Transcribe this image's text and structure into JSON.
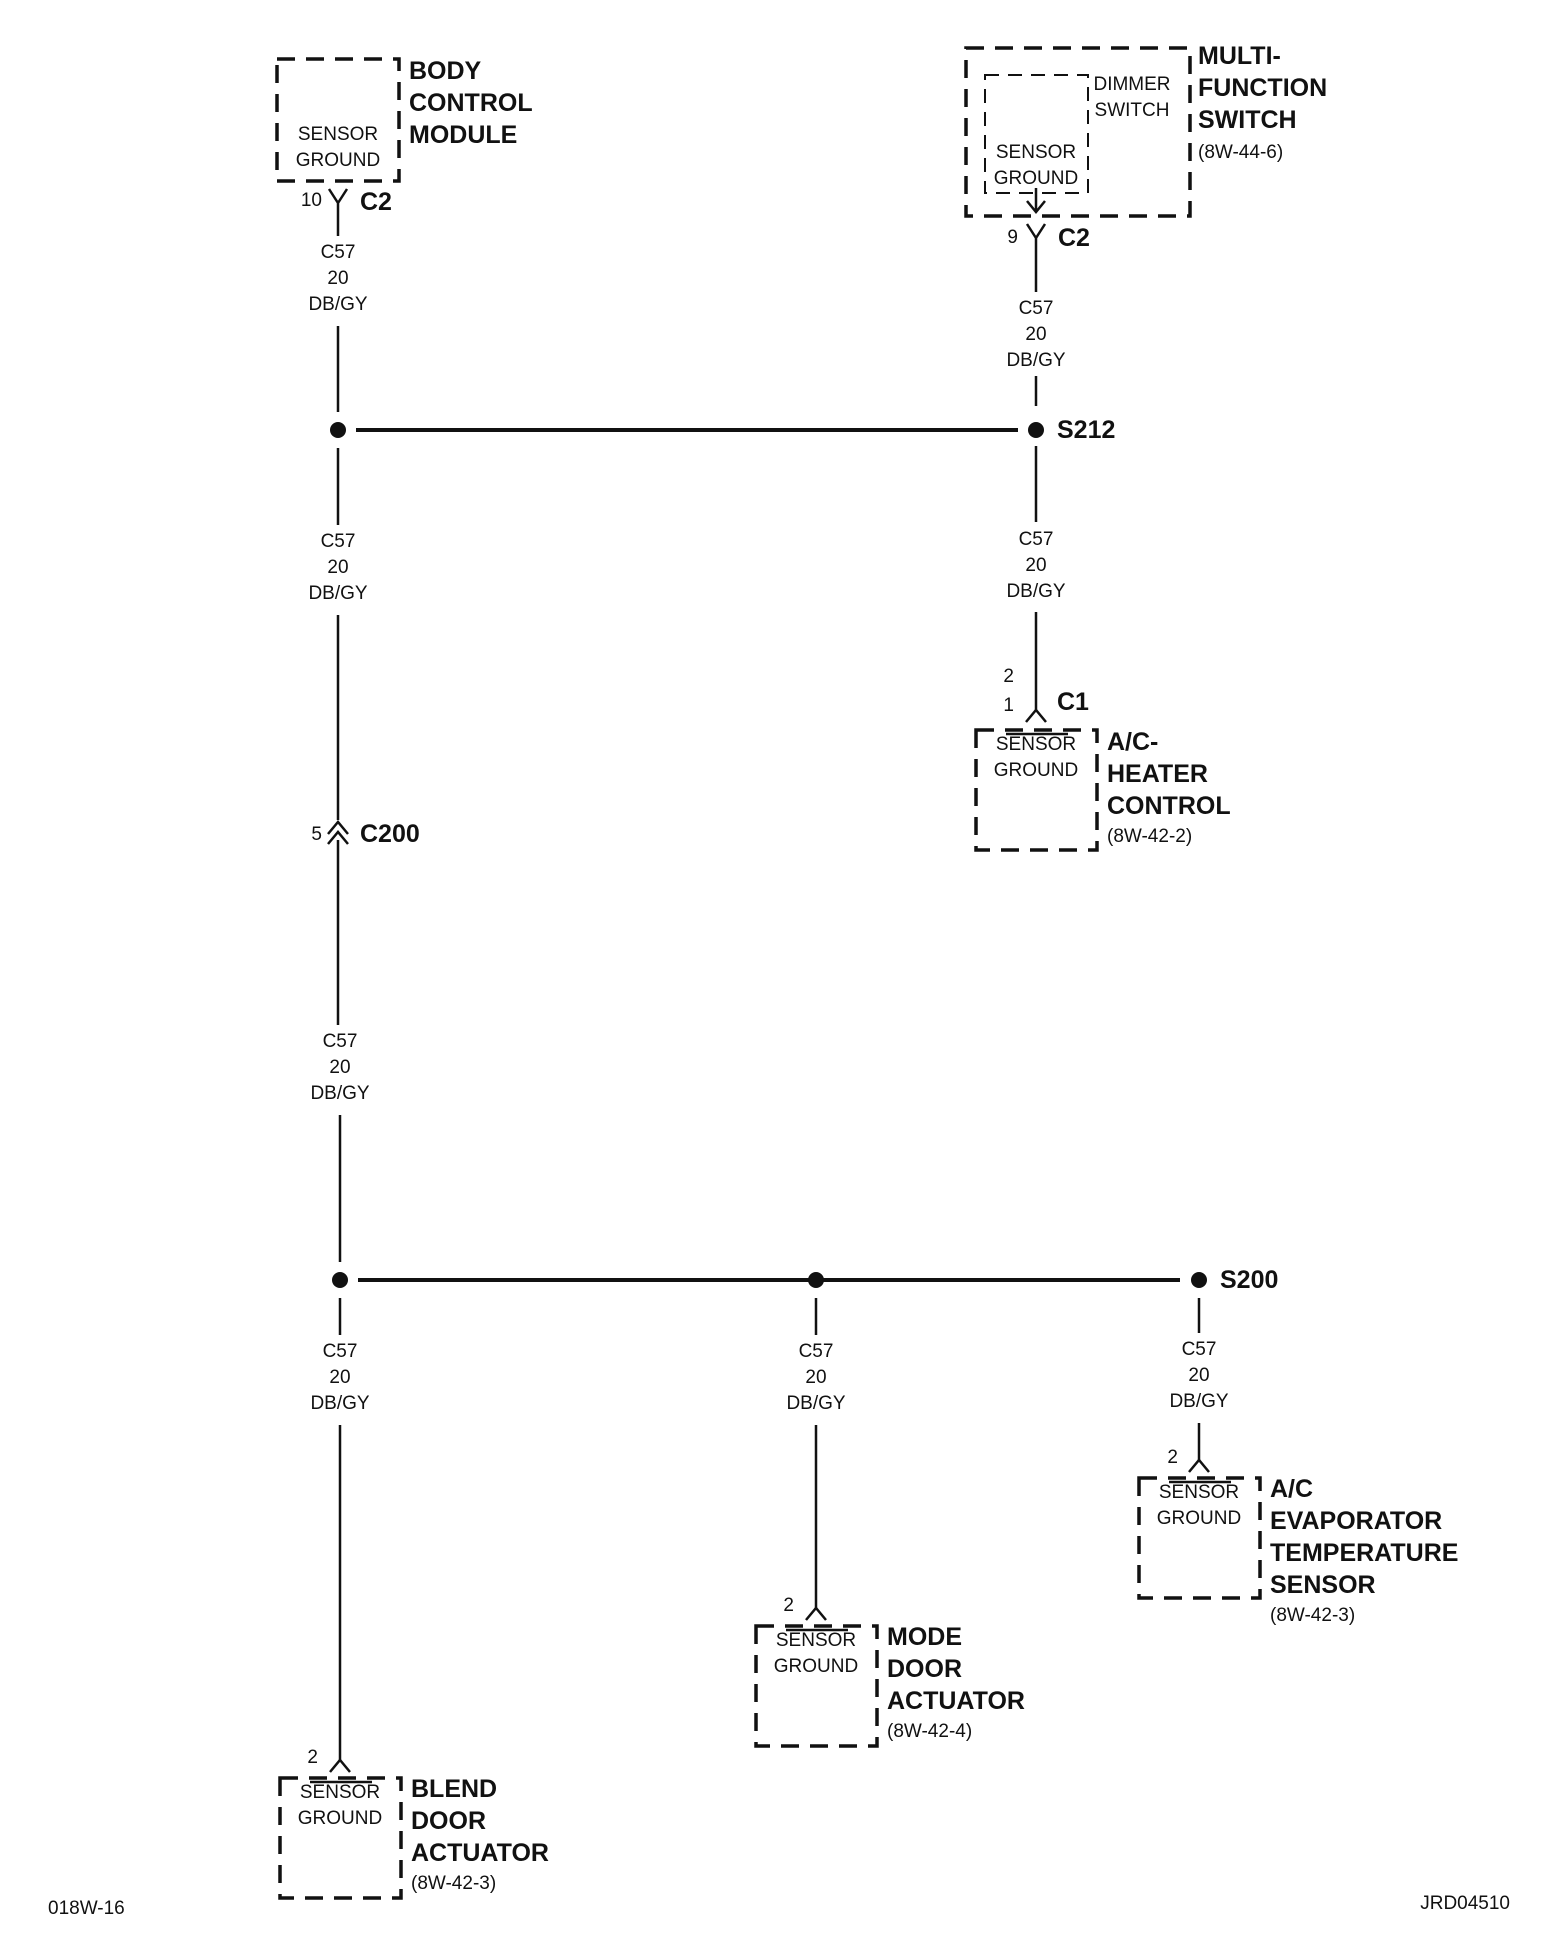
{
  "circuit": {
    "wire_code": "C57",
    "gauge": "20",
    "color": "DB/GY"
  },
  "components": {
    "bcm": {
      "name_lines": [
        "BODY",
        "CONTROL",
        "MODULE"
      ],
      "internal_lines": [
        "SENSOR",
        "GROUND"
      ],
      "pin": "10",
      "connector": "C2"
    },
    "mfs": {
      "name_lines": [
        "MULTI-",
        "FUNCTION",
        "SWITCH"
      ],
      "ref": "(8W-44-6)",
      "sub_lines": [
        "DIMMER",
        "SWITCH"
      ],
      "internal_lines": [
        "SENSOR",
        "GROUND"
      ],
      "pin": "9",
      "connector": "C2"
    },
    "ach": {
      "name_lines": [
        "A/C-",
        "HEATER",
        "CONTROL"
      ],
      "ref": "(8W-42-2)",
      "internal_lines": [
        "SENSOR",
        "GROUND"
      ],
      "pins": [
        "2",
        "1"
      ],
      "connector": "C1"
    },
    "bda": {
      "name_lines": [
        "BLEND",
        "DOOR",
        "ACTUATOR"
      ],
      "ref": "(8W-42-3)",
      "internal_lines": [
        "SENSOR",
        "GROUND"
      ],
      "pin": "2"
    },
    "mda": {
      "name_lines": [
        "MODE",
        "DOOR",
        "ACTUATOR"
      ],
      "ref": "(8W-42-4)",
      "internal_lines": [
        "SENSOR",
        "GROUND"
      ],
      "pin": "2"
    },
    "aets": {
      "name_lines": [
        "A/C",
        "EVAPORATOR",
        "TEMPERATURE",
        "SENSOR"
      ],
      "ref": "(8W-42-3)",
      "internal_lines": [
        "SENSOR",
        "GROUND"
      ],
      "pin": "2"
    }
  },
  "splices": {
    "upper": "S212",
    "lower": "S200"
  },
  "inline_connector": {
    "pin": "5",
    "name": "C200"
  },
  "footer": {
    "left": "018W-16",
    "right": "JRD04510"
  }
}
